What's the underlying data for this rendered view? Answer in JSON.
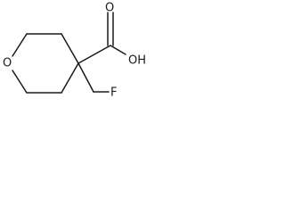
{
  "structure": {
    "ring_oxygen": "O",
    "hydroxyl": "OH",
    "carbonyl_oxygen": "O",
    "fluorine": "F"
  }
}
